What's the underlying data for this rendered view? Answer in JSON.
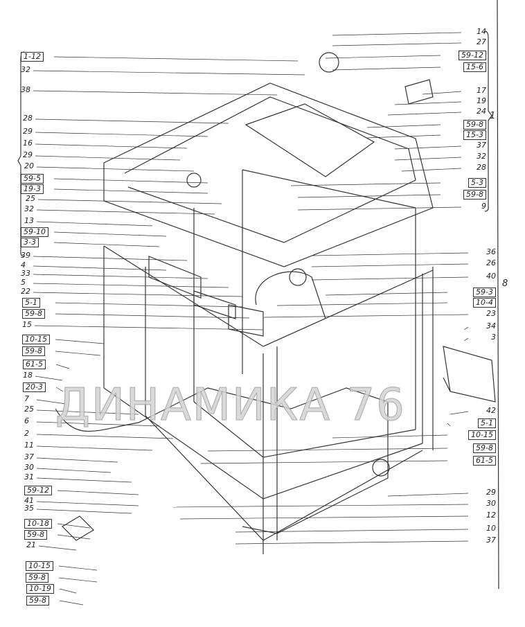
{
  "watermark": "ДИНАМИКА 76",
  "group_labels": {
    "upper": "1",
    "cab": "8"
  },
  "left_labels": [
    {
      "text": "1-12",
      "boxed": true
    },
    {
      "text": "32",
      "boxed": false
    },
    {
      "text": "38",
      "boxed": false
    },
    {
      "text": "28",
      "boxed": false
    },
    {
      "text": "29",
      "boxed": false
    },
    {
      "text": "16",
      "boxed": false
    },
    {
      "text": "29",
      "boxed": false
    },
    {
      "text": "20",
      "boxed": false
    },
    {
      "text": "59-5",
      "boxed": true
    },
    {
      "text": "19-3",
      "boxed": true
    },
    {
      "text": "25",
      "boxed": false
    },
    {
      "text": "32",
      "boxed": false
    },
    {
      "text": "13",
      "boxed": false
    },
    {
      "text": "59-10",
      "boxed": true
    },
    {
      "text": "3-3",
      "boxed": true
    },
    {
      "text": "39",
      "boxed": false
    },
    {
      "text": "4",
      "boxed": false
    },
    {
      "text": "33",
      "boxed": false
    },
    {
      "text": "5",
      "boxed": false
    },
    {
      "text": "22",
      "boxed": false
    },
    {
      "text": "5-1",
      "boxed": true
    },
    {
      "text": "59-8",
      "boxed": true
    },
    {
      "text": "15",
      "boxed": false
    },
    {
      "text": "10-15",
      "boxed": true
    },
    {
      "text": "59-8",
      "boxed": true
    },
    {
      "text": "61-5",
      "boxed": true
    },
    {
      "text": "18",
      "boxed": false
    },
    {
      "text": "20-3",
      "boxed": true
    },
    {
      "text": "7",
      "boxed": false
    },
    {
      "text": "25",
      "boxed": false
    },
    {
      "text": "6",
      "boxed": false
    },
    {
      "text": "2",
      "boxed": false
    },
    {
      "text": "11",
      "boxed": false
    },
    {
      "text": "37",
      "boxed": false
    },
    {
      "text": "30",
      "boxed": false
    },
    {
      "text": "31",
      "boxed": false
    },
    {
      "text": "59-12",
      "boxed": true
    },
    {
      "text": "41",
      "boxed": false
    },
    {
      "text": "35",
      "boxed": false
    },
    {
      "text": "10-18",
      "boxed": true
    },
    {
      "text": "59-8",
      "boxed": true
    },
    {
      "text": "21",
      "boxed": false
    },
    {
      "text": "10-15",
      "boxed": true
    },
    {
      "text": "59-8",
      "boxed": true
    },
    {
      "text": "10-19",
      "boxed": true
    },
    {
      "text": "59-8",
      "boxed": true
    }
  ],
  "right_labels": [
    {
      "text": "14",
      "boxed": false
    },
    {
      "text": "27",
      "boxed": false
    },
    {
      "text": "59-12",
      "boxed": true
    },
    {
      "text": "15-6",
      "boxed": true
    },
    {
      "text": "17",
      "boxed": false
    },
    {
      "text": "19",
      "boxed": false
    },
    {
      "text": "24",
      "boxed": false
    },
    {
      "text": "59-8",
      "boxed": true
    },
    {
      "text": "15-3",
      "boxed": true
    },
    {
      "text": "37",
      "boxed": false
    },
    {
      "text": "32",
      "boxed": false
    },
    {
      "text": "28",
      "boxed": false
    },
    {
      "text": "5-3",
      "boxed": true
    },
    {
      "text": "59-8",
      "boxed": true
    },
    {
      "text": "9",
      "boxed": false
    },
    {
      "text": "36",
      "boxed": false
    },
    {
      "text": "26",
      "boxed": false
    },
    {
      "text": "40",
      "boxed": false
    },
    {
      "text": "59-3",
      "boxed": true
    },
    {
      "text": "10-4",
      "boxed": true
    },
    {
      "text": "23",
      "boxed": false
    },
    {
      "text": "34",
      "boxed": false
    },
    {
      "text": "3",
      "boxed": false
    },
    {
      "text": "42",
      "boxed": false
    },
    {
      "text": "5-1",
      "boxed": true
    },
    {
      "text": "10-15",
      "boxed": true
    },
    {
      "text": "59-8",
      "boxed": true
    },
    {
      "text": "61-5",
      "boxed": true
    },
    {
      "text": "29",
      "boxed": false
    },
    {
      "text": "30",
      "boxed": false
    },
    {
      "text": "12",
      "boxed": false
    },
    {
      "text": "10",
      "boxed": false
    },
    {
      "text": "37",
      "boxed": false
    }
  ]
}
